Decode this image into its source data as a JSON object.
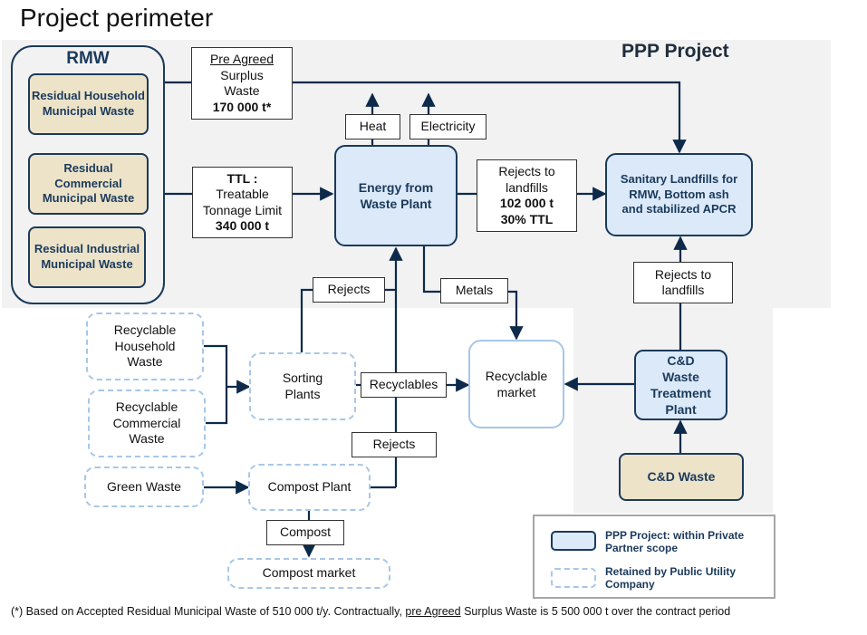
{
  "title": "Project perimeter",
  "ppp_title": "PPP Project",
  "rmw": {
    "label": "RMW",
    "items": [
      "Residual Household Municipal Waste",
      "Residual Commercial Municipal Waste",
      "Residual Industrial Municipal Waste"
    ]
  },
  "labels": {
    "surplus_prefix": "Pre Agreed",
    "surplus_rest": "Surplus Waste",
    "surplus_value": "170 000 t*",
    "ttl_title": "TTL :",
    "ttl_rest": "Treatable Tonnage Limit",
    "ttl_value": "340 000 t",
    "heat": "Heat",
    "electricity": "Electricity",
    "rejects_landfill_text": "Rejects to landfills",
    "rejects_landfill_value": "102 000 t",
    "rejects_landfill_pct": "30% TTL",
    "rejects_landfills_cd": "Rejects to landfills",
    "rejects_top": "Rejects",
    "metals": "Metals",
    "recyclables": "Recyclables",
    "rejects_bottom": "Rejects",
    "compost": "Compost"
  },
  "nodes": {
    "efw": "Energy from Waste Plant",
    "landfills": "Sanitary Landfills for RMW, Bottom ash and stabilized APCR",
    "cd_plant": "C&D Waste Treatment Plant",
    "cd_waste": "C&D Waste",
    "rec_household": "Recyclable Household Waste",
    "rec_commercial": "Recyclable Commercial Waste",
    "green_waste": "Green Waste",
    "sorting": "Sorting Plants",
    "compost_plant": "Compost Plant",
    "compost_market": "Compost market",
    "recyclable_market": "Recyclable market"
  },
  "legend": {
    "solid": "PPP Project: within Private Partner scope",
    "dashed": "Retained by Public Utility Company"
  },
  "footnote": {
    "part1": "(*) Based on Accepted Residual Municipal Waste of 510 000 t/y. Contractually, ",
    "part2": "pre Agreed",
    "part3": " Surplus Waste is 5 500 000 t over the contract period"
  },
  "colors": {
    "navy": "#1b3a5c",
    "tan_fill": "#ece3c9",
    "blue_fill": "#dbe9f8",
    "dash_border": "#a7c7e8",
    "ppp_background": "#f2f2f2"
  }
}
